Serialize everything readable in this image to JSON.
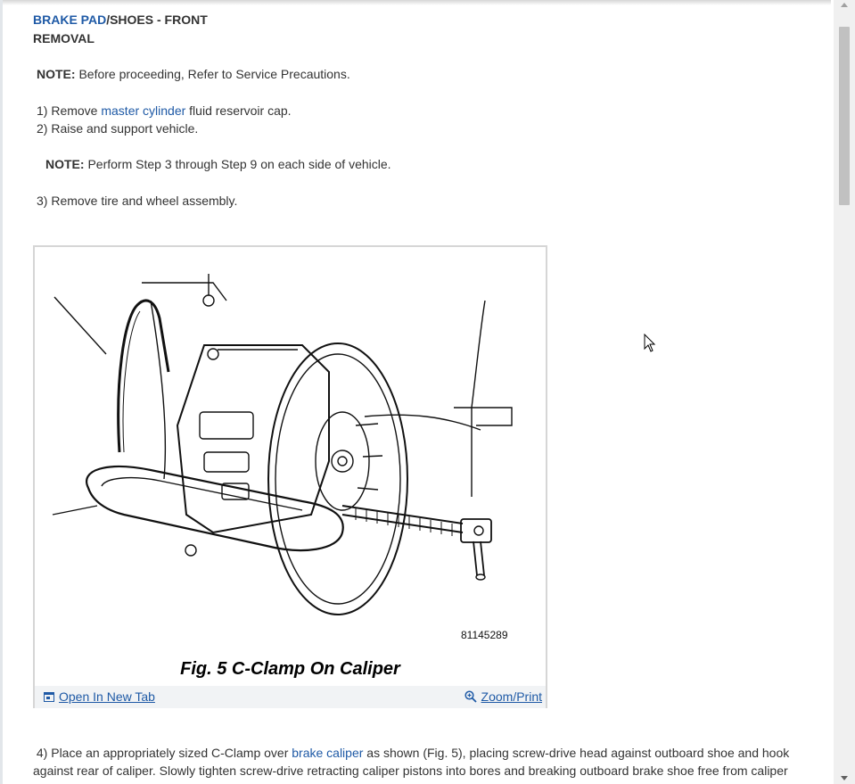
{
  "article": {
    "heading_link": "BRAKE PAD",
    "heading_rest": "/SHOES - FRONT",
    "subheading": "REMOVAL",
    "note1_label": "NOTE:",
    "note1_text": " Before proceeding, Refer to Service Precautions.",
    "step1_pre": "1) Remove ",
    "step1_link": "master cylinder",
    "step1_post": " fluid reservoir cap.",
    "step2": "2) Raise and support vehicle.",
    "note2_label": "NOTE:",
    "note2_text": " Perform Step 3 through Step 9 on each side of vehicle.",
    "step3": "3) Remove tire and wheel assembly.",
    "step4_pre": "4) Place an appropriately sized C-Clamp over ",
    "step4_link": "brake caliper",
    "step4_post": " as shown (Fig. 5), placing screw-drive head against outboard shoe and hook against rear of caliper. Slowly tighten screw-drive retracting caliper pistons into bores and breaking outboard brake shoe free from caliper"
  },
  "figure": {
    "image_number": "81145289",
    "caption": "Fig. 5 C-Clamp On Caliper",
    "open_tab_label": "Open In New Tab",
    "zoom_label": "Zoom/Print",
    "open_tab_icon": "open-tab-icon",
    "zoom_icon": "magnifier-icon"
  },
  "colors": {
    "link": "#1f5aa6",
    "text": "#333333",
    "bar": "#f1f3f5"
  }
}
